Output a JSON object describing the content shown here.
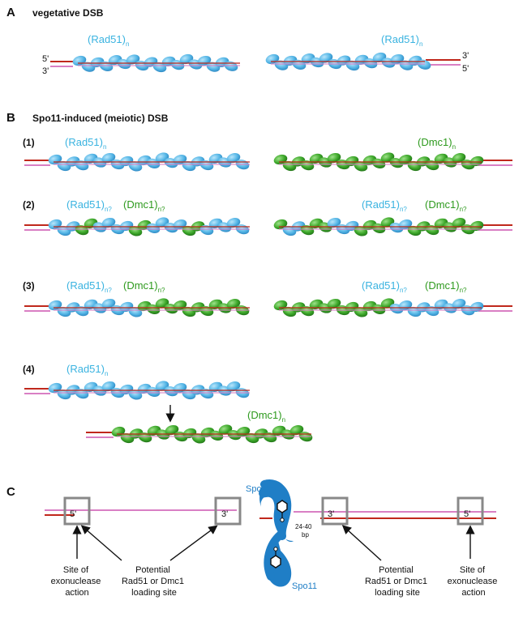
{
  "panel_a": {
    "letter": "A",
    "title": "vegetative DSB",
    "left_label": "(Rad51)",
    "left_sub": "n",
    "right_label": "(Rad51)",
    "right_sub": "n",
    "left_top_end": "5'",
    "left_bottom_end": "3'",
    "right_top_end": "3'",
    "right_bottom_end": "5'"
  },
  "panel_b": {
    "letter": "B",
    "title": "Spo11-induced (meiotic) DSB",
    "rows": [
      {
        "step": "(1)",
        "left_rad": "(Rad51)",
        "left_rad_sub": "n",
        "right_dmc": "(Dmc1)",
        "right_dmc_sub": "n"
      },
      {
        "step": "(2)",
        "left_rad": "(Rad51)",
        "left_rad_sub": "n?",
        "left_dmc": "(Dmc1)",
        "left_dmc_sub": "n?",
        "right_rad": "(Rad51)",
        "right_rad_sub": "n?",
        "right_dmc": "(Dmc1)",
        "right_dmc_sub": "n?"
      },
      {
        "step": "(3)",
        "left_rad": "(Rad51)",
        "left_rad_sub": "n?",
        "left_dmc": "(Dmc1)",
        "left_dmc_sub": "n?",
        "right_rad": "(Rad51)",
        "right_rad_sub": "n?",
        "right_dmc": "(Dmc1)",
        "right_dmc_sub": "n?"
      },
      {
        "step": "(4)",
        "rad": "(Rad51)",
        "rad_sub": "n",
        "dmc": "(Dmc1)",
        "dmc_sub": "n"
      }
    ]
  },
  "panel_c": {
    "letter": "C",
    "left_box_5": "5'",
    "left_box_3": "3'",
    "right_box_3": "3'",
    "right_box_5": "5'",
    "spo11_top": "Spo11",
    "spo11_bottom": "Spo11",
    "gap_line1": "24-40",
    "gap_line2": "bp",
    "left_note1": [
      "Site of",
      "exonuclease",
      "action"
    ],
    "left_note2": [
      "Potential",
      "Rad51 or Dmc1",
      "loading site"
    ],
    "right_note1": [
      "Potential",
      "Rad51 or Dmc1",
      "loading site"
    ],
    "right_note2": [
      "Site of",
      "exonuclease",
      "action"
    ]
  },
  "colors": {
    "rad51": "#5ab8e6",
    "dmc1": "#3daa2a",
    "dna_red": "#c0281c",
    "dna_pink": "#d97fc4",
    "spo11": "#1f7ec6",
    "box": "#888888"
  }
}
